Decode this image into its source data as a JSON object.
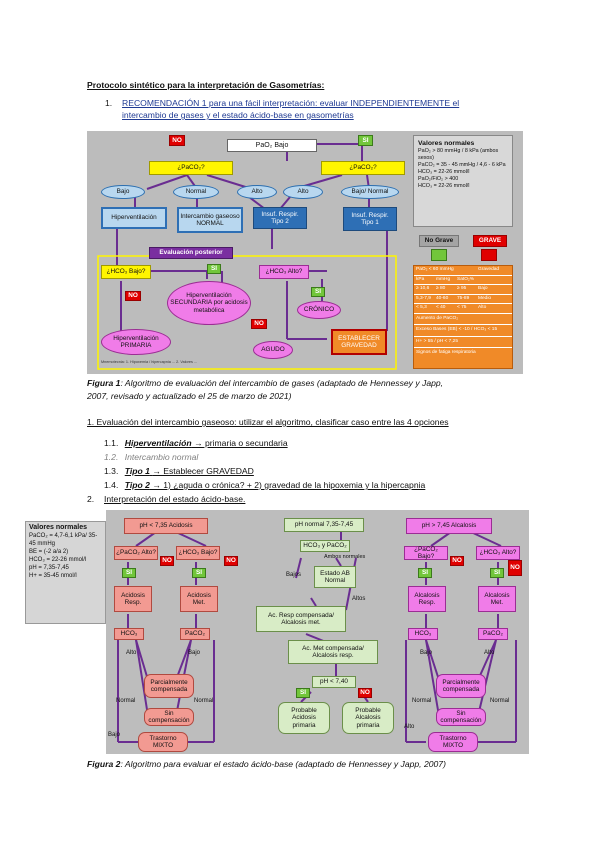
{
  "title": "Protocolo sintético para la interpretación de Gasometrías:",
  "rec1_number": "1.",
  "rec1_text_line1": "RECOMENDACIÓN 1 para una fácil interpretación: evaluar INDEPENDIENTEMENTE el",
  "rec1_text_line2": "intercambio de gases y el estado ácido-base en gasometrías",
  "figure1": {
    "no_top": "NO",
    "pao2": "PaO₂ Bajo",
    "si_top": "SI",
    "pco2_left": "¿PaCO₂?",
    "pco2_right": "¿PaCO₂?",
    "bajo": "Bajo",
    "normal": "Normal",
    "alto_left": "Alto",
    "alto_mid": "Alto",
    "bajo_normal": "Bajo/ Normal",
    "hiperventilacion": "Hiperventilación",
    "intercambio_normal": "Intercambio gaseoso NORMAL",
    "insuf_tipo2": "Insuf. Respir. Tipo 2",
    "insuf_tipo1": "Insuf. Respir. Tipo 1",
    "eval_posterior": "Evaluación posterior",
    "hco3_bajo": "¿HCO₃ Bajo?",
    "si_a": "SI",
    "no_a": "NO",
    "hiperv_secundaria": "Hiperventilación SECUNDARIA por acidosis metabólica",
    "hiperv_primaria": "Hiperventilación PRIMARIA",
    "hco3_alto": "¿HCO₃ Alto?",
    "si_b": "SI",
    "no_b": "NO",
    "cronico": "CRÓNICO",
    "agudo": "AGUDO",
    "establecer": "ESTABLECER GRAVEDAD",
    "footnote": "Mnemotecnia: 1. Hipoxemia / hipercapnia ... 2. Valores ...",
    "vn_title": "Valores normales",
    "vn_items": [
      "PaO₂ > 80 mmHg / 8 kPa (ambos sexos)",
      "PaCO₂ = 35 - 45 mmHg / 4,6 - 6 kPa",
      "HCO₃ = 22-26 mmol/l",
      "PaO₂/FiO₂ > 400",
      "HCO₃ = 22-26 mmol/l"
    ],
    "no_grave": "No Grave",
    "grave": "GRAVE",
    "tbl_head": [
      "PaO₂ < 60 mmHg",
      "",
      "Gravedad"
    ],
    "tbl_sub": [
      "kPa",
      "mmHg",
      "SatO₂%"
    ],
    "tbl_rows": [
      [
        "≥ 10,6",
        "≥ 80",
        "≥ 95",
        "Bajo"
      ],
      [
        "5,3-7,9",
        "40-60",
        "75-89",
        "Medio"
      ],
      [
        "< 5,3",
        "< 40",
        "< 75",
        "Alto"
      ]
    ],
    "tbl_f1": "Aumento de PaCO₂",
    "tbl_f2": "Exceso Bases (EB) < -10 / HCO₃ < 15",
    "tbl_f3": "H+ > 55 / pH < 7,25",
    "tbl_f4": "Signos de fatiga respiratoria"
  },
  "caption1_label": "Figura 1",
  "caption1_text_a": ": Algoritmo de evaluación del intercambio de gases (adaptado de Hennessey y Japp,",
  "caption1_text_b": "2007, revisado y actualizado el 25 de marzo de 2021)",
  "section1_text": "1. Evaluación del intercambio gaseoso: utilizar el algoritmo, clasificar caso entre las 4 opciones",
  "items": [
    {
      "num": "1.1.",
      "label": "Hiperventilación",
      "rest": " → primaria o secundaria"
    },
    {
      "num": "1.2.",
      "label": "Intercambio normal",
      "rest": ""
    },
    {
      "num": "1.3.",
      "label": "Tipo 1",
      "rest": "→ Establecer GRAVEDAD"
    },
    {
      "num": "1.4.",
      "label": "Tipo 2",
      "rest": " → 1) ¿aguda o crónica? + 2) gravedad de la hipoxemia y la hipercapnia"
    }
  ],
  "section2_number": "2.",
  "section2_text": "Interpretación del estado ácido-base.",
  "figure2": {
    "vn_title": "Valores normales",
    "vn_items": [
      "PaCO₂ = 4,7-6,1 kPa/ 35-45 mmHg",
      "BE = (-2 a/a 2)",
      "HCO₃ = 22-26 mmol/l",
      "pH = 7,35-7,45",
      "H+ = 35-45 nmol/l"
    ],
    "ph_acid": "pH < 7,35 Acidosis",
    "ph_norm": "pH normal 7,35-7,45",
    "ph_alk": "pH > 7,45 Alcalosis",
    "q_paco2_alto": "¿PaCO₂ Alto?",
    "q_hco3_bajo": "¿HCO₃ Bajo?",
    "q_paco2_bajo": "¿PaCO₂ Bajo?",
    "q_hco3_alto": "¿HCO₃ Alto?",
    "si1": "SI",
    "no1": "NO",
    "si2": "SI",
    "no2": "NO",
    "si3": "SI",
    "no3": "NO",
    "si4": "SI",
    "no4": "NO",
    "ac_resp": "Acidosis Resp.",
    "ac_met": "Acidosis Met.",
    "al_resp": "Alcalosis Resp.",
    "al_met": "Alcalosis Met.",
    "hco3_l": "HCO₃",
    "paco2_l": "PaCO₂",
    "hco3_r": "HCO₃",
    "paco2_r": "PaCO₂",
    "alto_l1": "Alto",
    "bajo_l1": "Bajo",
    "normal_l1": "Normal",
    "normal_l2": "Normal",
    "bajo_l2": "Bajo",
    "parc_comp_l": "Parcialmente compensada",
    "sin_comp_l": "Sin compensación",
    "mixto_l": "Trastorno MIXTO",
    "parc_comp_r": "Parcialmente compensada",
    "sin_comp_r": "Sin compensación",
    "mixto_r": "Trastorno MIXTO",
    "bajo_r1": "Bajo",
    "alto_r1": "Alto",
    "normal_r1": "Normal",
    "normal_r2": "Normal",
    "alto_r2": "Alto",
    "hco3_paco2": "HCO₃ y PaCO₂",
    "ambos_normales": "Ambos normales",
    "bajos": "Bajos",
    "altos": "Altos",
    "estado_normal": "Estado AB Normal",
    "ac_resp_comp": "Ac. Resp compensada/ Alcalosis met.",
    "ac_met_comp": "Ac. Met compensada/ Alcalosis resp.",
    "ph_745": "pH < 7,40",
    "si5": "SI",
    "no5": "NO",
    "prob_acid": "Probable Acidosis primaria",
    "prob_alk": "Probable Alcalosis primaria"
  },
  "caption2_label": "Figura 2",
  "caption2_text": ": Algoritmo para evaluar el estado ácido-base (adaptado de Hennessey y Japp, 2007)"
}
